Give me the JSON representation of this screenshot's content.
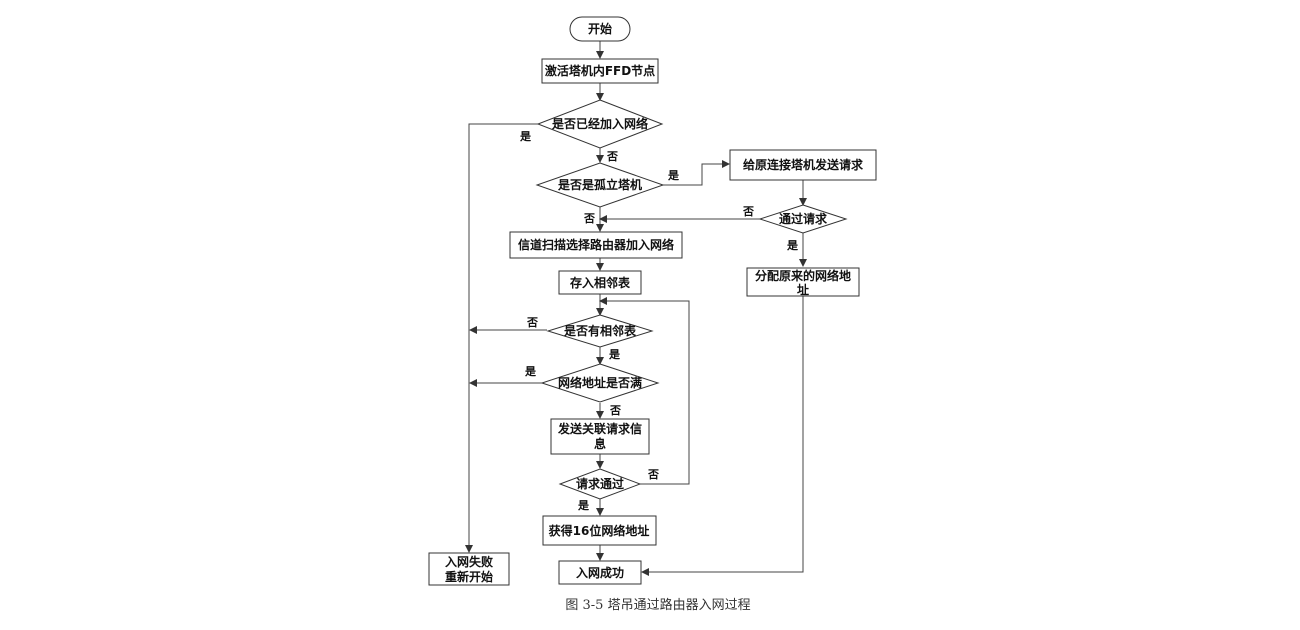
{
  "nodes": {
    "start": "开始",
    "activate": "激活塔机内FFD节点",
    "joined_q": "是否已经加入网络",
    "isolated_q": "是否是孤立塔机",
    "send_orig_req": "给原连接塔机发送请求",
    "pass_req_q": "通过请求",
    "assign_orig_1": "分配原来的网络地",
    "assign_orig_2": "址",
    "scan": "信道扫描选择路由器加入网络",
    "store": "存入相邻表",
    "has_neighbor_q": "是否有相邻表",
    "addr_full_q": "网络地址是否满",
    "send_assoc_1": "发送关联请求信",
    "send_assoc_2": "息",
    "req_pass_q": "请求通过",
    "get_addr": "获得16位网络地址",
    "fail_1": "入网失败",
    "fail_2": "重新开始",
    "success": "入网成功"
  },
  "edge_labels": {
    "joined_yes": "是",
    "joined_no": "否",
    "isolated_yes": "是",
    "isolated_no": "否",
    "pass_no": "否",
    "pass_yes": "是",
    "neighbor_no": "否",
    "neighbor_yes": "是",
    "full_yes": "是",
    "full_no": "否",
    "req_no": "否",
    "req_yes": "是"
  },
  "caption": "图 3-5  塔吊通过路由器入网过程"
}
